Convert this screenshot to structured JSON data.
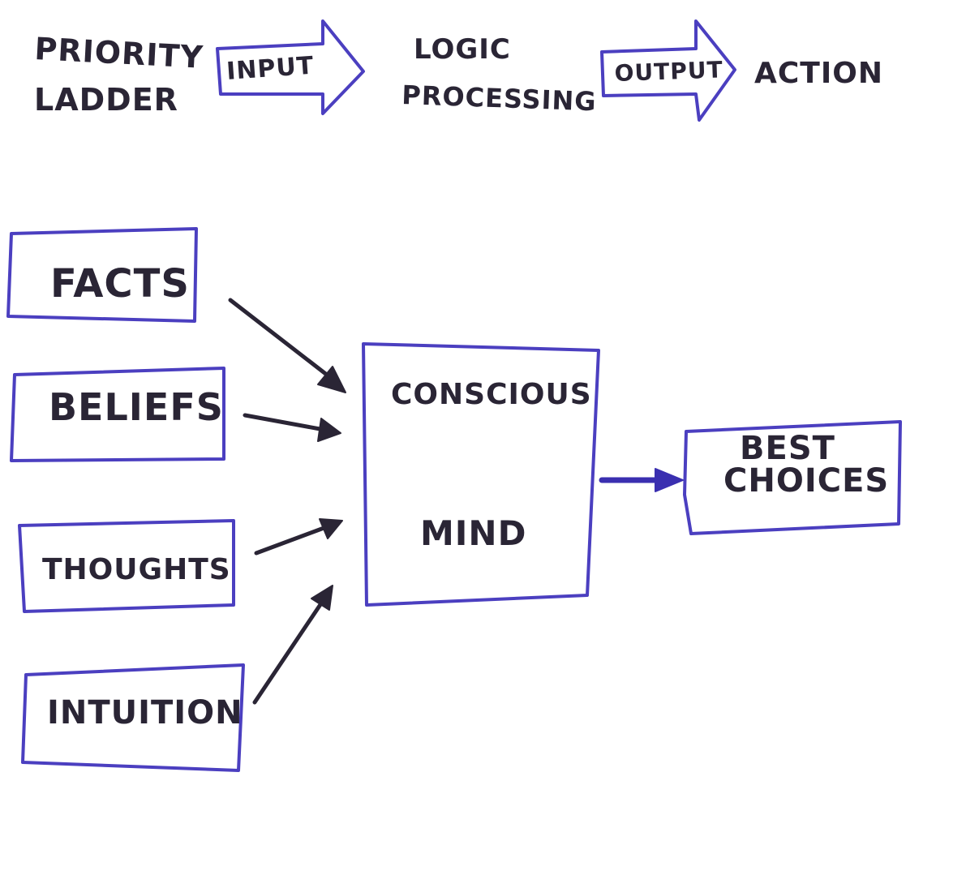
{
  "header": {
    "priority_line1": "PRIORITY",
    "priority_line2": "LADDER",
    "input_label": "INPUT",
    "logic_line1": "LOGIC",
    "logic_line2": "PROCESSING",
    "output_label": "OUTPUT",
    "action_label": "ACTION"
  },
  "inputs": {
    "facts": "FACTS",
    "beliefs": "BELIEFS",
    "thoughts": "THOUGHTS",
    "intuition": "INTUITION"
  },
  "mind": {
    "line1": "CONSCIOUS",
    "line2": "MIND"
  },
  "result": {
    "line1": "BEST",
    "line2": "CHOICES"
  },
  "colors": {
    "ink": "#2a2535",
    "box_stroke": "#4b3fc0",
    "blue_arrow": "#3a2fb0",
    "background": "#ffffff"
  }
}
